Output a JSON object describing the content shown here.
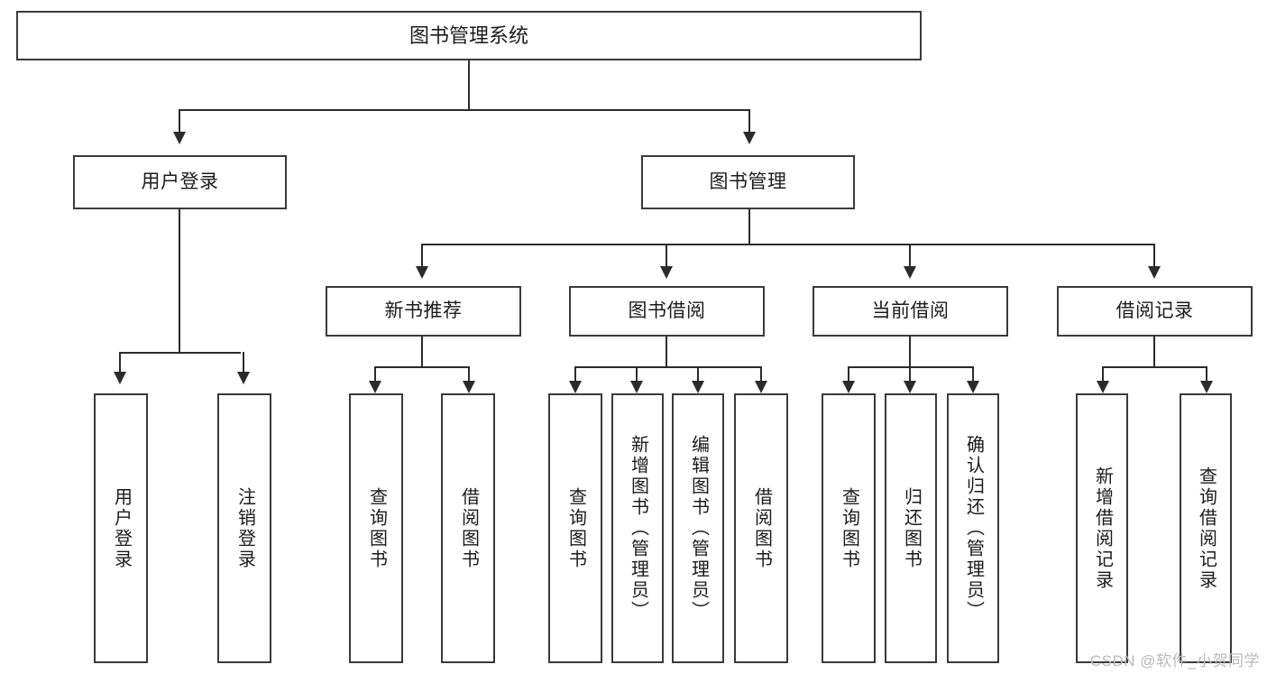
{
  "diagram": {
    "title": "图书管理系统",
    "type": "tree",
    "root": {
      "label": "图书管理系统"
    },
    "level2": [
      {
        "label": "用户登录"
      },
      {
        "label": "图书管理"
      }
    ],
    "level3": [
      {
        "label": "新书推荐"
      },
      {
        "label": "图书借阅"
      },
      {
        "label": "当前借阅"
      },
      {
        "label": "借阅记录"
      }
    ],
    "leaves": {
      "user_login": [
        {
          "label": "用户登录"
        },
        {
          "label": "注销登录"
        }
      ],
      "new_book_recommend": [
        {
          "label": "查询图书"
        },
        {
          "label": "借阅图书"
        }
      ],
      "book_borrow": [
        {
          "label": "查询图书"
        },
        {
          "label": "新增图书（管理员）"
        },
        {
          "label": "编辑图书（管理员）"
        },
        {
          "label": "借阅图书"
        }
      ],
      "current_borrow": [
        {
          "label": "查询图书"
        },
        {
          "label": "归还图书"
        },
        {
          "label": "确认归还（管理员）"
        }
      ],
      "borrow_record": [
        {
          "label": "新增借阅记录"
        },
        {
          "label": "查询借阅记录"
        }
      ]
    }
  },
  "watermark": {
    "text": "CSDN @软件_小贺同学"
  },
  "colors": {
    "border": "#3a3a3a",
    "line": "#2b2b2b",
    "background": "#ffffff",
    "text": "#1b1b1b",
    "watermark": "#b9b9b9"
  }
}
